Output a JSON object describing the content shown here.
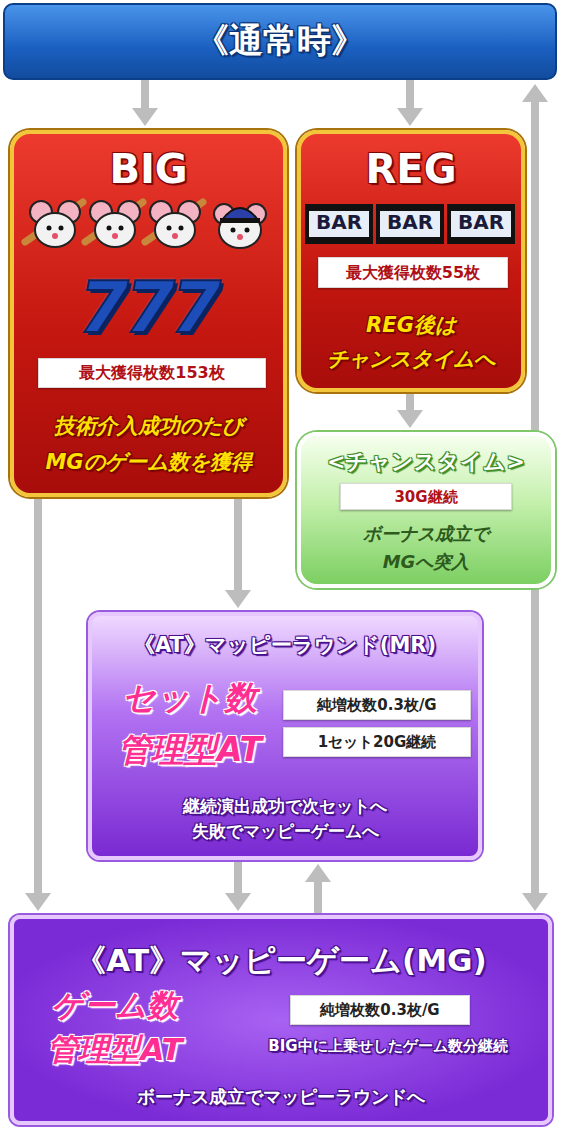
{
  "diagram": {
    "nodes": [
      {
        "text": [
          "《通常時》"
        ]
      },
      {
        "text": [
          "BIG",
          "技術介入成功のたび MGのゲーム数を獲得"
        ]
      },
      {
        "text": [
          "最大獲得枚数153枚"
        ],
        "in": 1
      },
      {
        "text": [
          "REG",
          "REG後は チャンスタイムへ"
        ]
      },
      {
        "text": [
          "最大獲得枚数55枚"
        ],
        "in": 3
      },
      {
        "text": [
          "<チャンスタイム>",
          "ボーナス成立で MGへ突入"
        ]
      },
      {
        "text": [
          "30G継続"
        ],
        "in": 5
      },
      {
        "text": [
          "《AT》マッピーラウンド(MR)",
          "セット数 管理型AT",
          "継続演出成功で次セットへ 失敗でマッピーゲームへ"
        ]
      },
      {
        "text": [
          "純増枚数0.3枚/G"
        ],
        "in": 7
      },
      {
        "text": [
          "1セット20G継続"
        ],
        "in": 7
      },
      {
        "text": [
          "《AT》マッピーゲーム(MG)",
          "ゲーム数 管理型AT",
          "BIG中に上乗せしたゲーム数分継続",
          "ボーナス成立でマッピーラウンドへ"
        ]
      },
      {
        "text": [
          "純増枚数0.3枚/G"
        ],
        "in": 10
      }
    ],
    "edges": [
      {
        "from": 0,
        "to": 1,
        "arrow": "to"
      },
      {
        "from": 0,
        "to": 3,
        "arrow": "to"
      },
      {
        "from": 3,
        "to": 5,
        "arrow": "to"
      },
      {
        "from": 1,
        "to": 7,
        "arrow": "to"
      },
      {
        "from": 1,
        "to": 10,
        "arrow": "to"
      },
      {
        "from": 7,
        "to": 10,
        "arrow": "to"
      },
      {
        "from": 10,
        "to": 7,
        "arrow": "to"
      },
      {
        "from": 5,
        "to": 0,
        "arrow": "to"
      },
      {
        "from": 5,
        "to": 10,
        "arrow": "to"
      }
    ],
    "labels": [
      "777",
      "BAR",
      "BAR",
      "BAR"
    ]
  }
}
